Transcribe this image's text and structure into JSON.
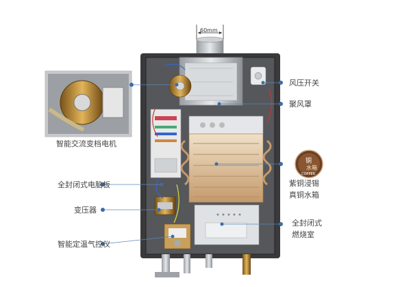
{
  "dimension": "60mm",
  "callouts": {
    "motor": "智能交流变档电机",
    "pcb": "全封闭式电脑板",
    "transformer": "变压器",
    "thermo": "智能定温气控仪",
    "pressure_switch": "风压开关",
    "hood": "聚风罩",
    "tank_line1": "紫铜浸锡",
    "tank_line2": "真铜水箱",
    "chamber_line1": "全封闭式",
    "chamber_line2": "燃烧室"
  },
  "badge": {
    "top": "铜",
    "middle": "水箱",
    "bottom": "COPPER"
  },
  "colors": {
    "accent_dot": "#3b6ea5",
    "leader_line": "#5a88b8",
    "badge_brown": "#6b3f23",
    "frame_dark": "#3a3a3c"
  }
}
